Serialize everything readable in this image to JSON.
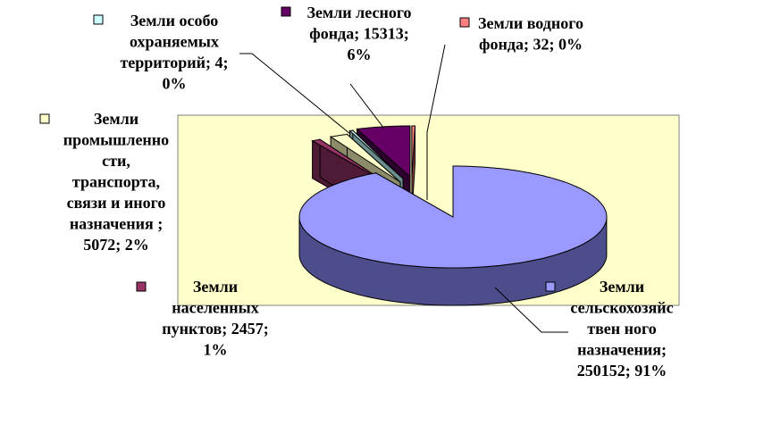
{
  "chart_data": {
    "type": "pie",
    "variant": "3d-exploded",
    "title": "",
    "plot_area_color": "#ffffcc",
    "slices": [
      {
        "key": "agri",
        "value": 250152,
        "percent": 91,
        "color": "#9999ff",
        "side_color": "#4d4d8c",
        "label_lines": [
          "Земли",
          "сельскохозяйс",
          "твен ного",
          "назначения;",
          "250152; 91%"
        ]
      },
      {
        "key": "settle",
        "value": 2457,
        "percent": 1,
        "color": "#993366",
        "side_color": "#4f1a35",
        "label_lines": [
          "Земли",
          "населенных",
          "пунктов; 2457;",
          "1%"
        ]
      },
      {
        "key": "industry",
        "value": 5072,
        "percent": 2,
        "color": "#ffffcc",
        "side_color": "#8c8c6b",
        "label_lines": [
          "Земли",
          "промышленно",
          "сти,",
          "транспорта,",
          "связи и иного",
          "назначения ;",
          "5072; 2%"
        ]
      },
      {
        "key": "protected",
        "value": 4,
        "percent": 0,
        "color": "#ccffff",
        "side_color": "#6b8c8c",
        "label_lines": [
          "Земли особо",
          "охраняемых",
          "территорий; 4;",
          "0%"
        ]
      },
      {
        "key": "forest",
        "value": 15313,
        "percent": 6,
        "color": "#660066",
        "side_color": "#2e002e",
        "label_lines": [
          "Земли лесного",
          "фонда; 15313;",
          "6%"
        ]
      },
      {
        "key": "water",
        "value": 32,
        "percent": 0,
        "color": "#ff8080",
        "side_color": "#8c4040",
        "label_lines": [
          "Земли водного",
          "фонда; 32; 0%"
        ]
      }
    ]
  }
}
